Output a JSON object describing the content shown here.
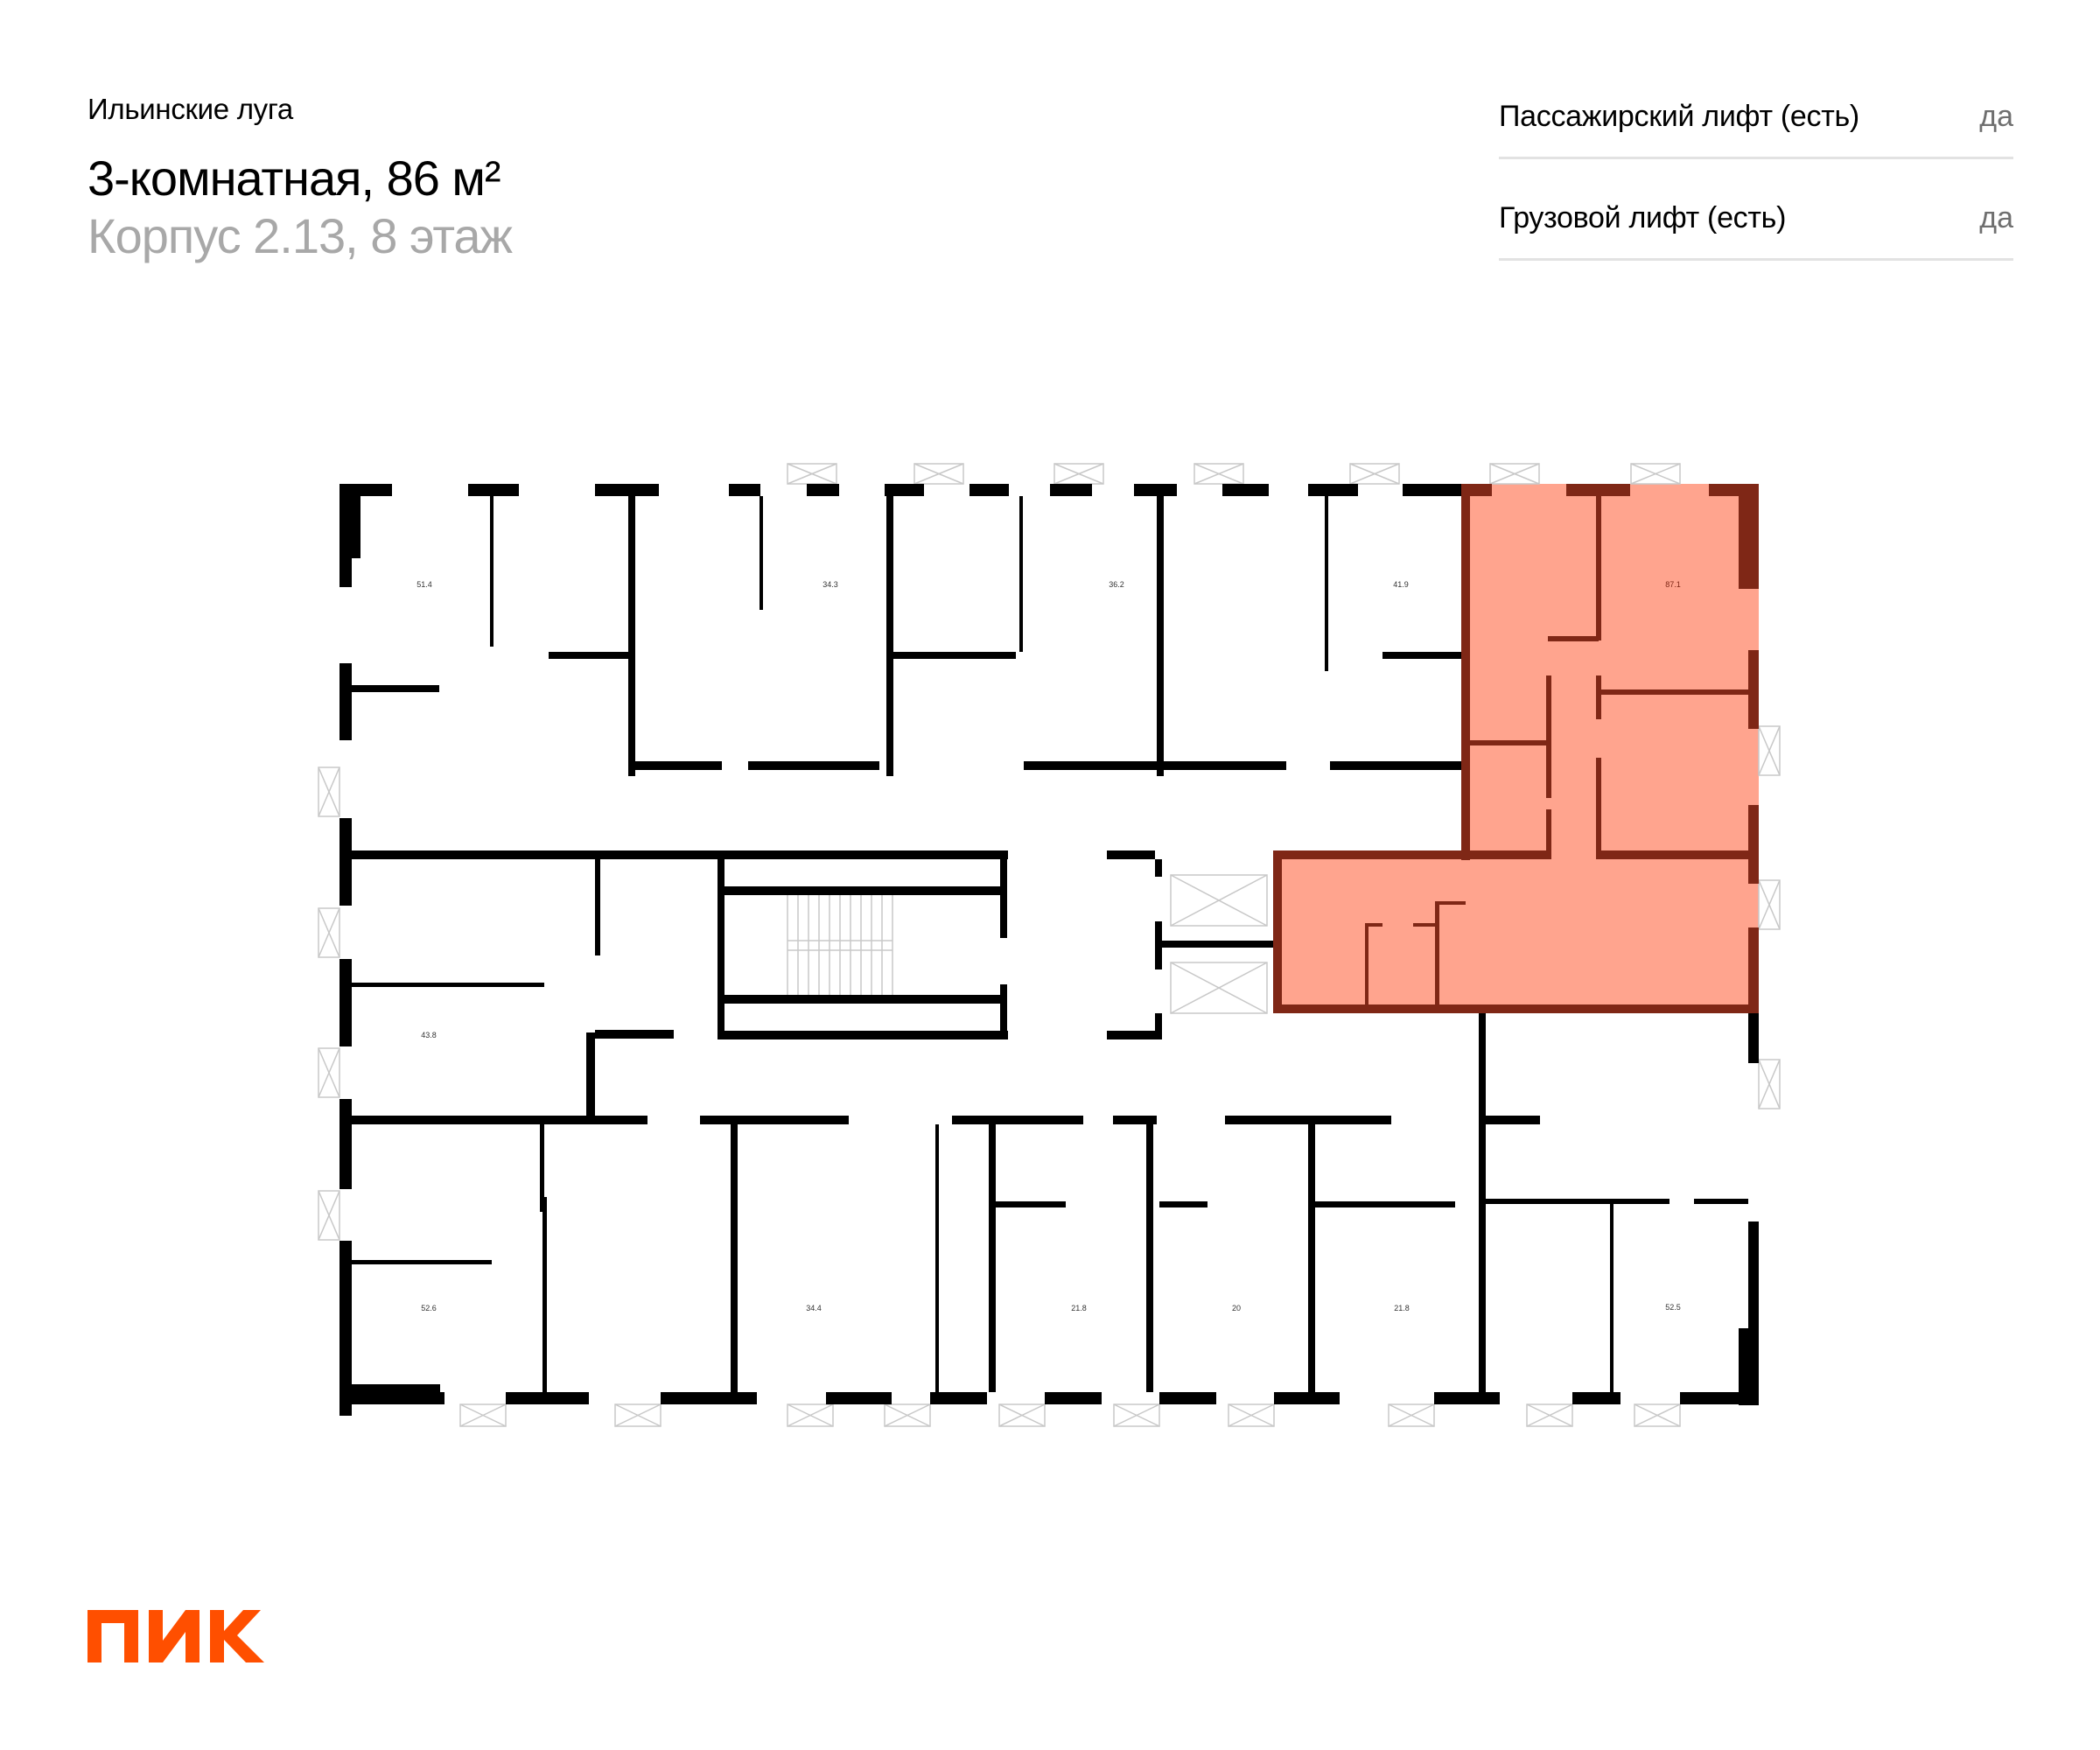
{
  "header": {
    "complex_name": "Ильинские луга",
    "apartment_title": "3-комнатная, 86 м²",
    "building_floor": "Корпус 2.13, 8 этаж"
  },
  "features": [
    {
      "label": "Пассажирский лифт (есть)",
      "value": "да"
    },
    {
      "label": "Грузовой лифт (есть)",
      "value": "да"
    }
  ],
  "floor_plan": {
    "highlight_color": "#FFA48E",
    "highlight_wall_color": "#7F2716",
    "wall_color": "#000000",
    "apartments": [
      {
        "area": "51.4",
        "highlighted": false
      },
      {
        "area": "34.3",
        "highlighted": false
      },
      {
        "area": "36.2",
        "highlighted": false
      },
      {
        "area": "41.9",
        "highlighted": false
      },
      {
        "area": "87.1",
        "highlighted": true
      },
      {
        "area": "43.8",
        "highlighted": false
      },
      {
        "area": "52.6",
        "highlighted": false
      },
      {
        "area": "34.4",
        "highlighted": false
      },
      {
        "area": "21.8",
        "highlighted": false
      },
      {
        "area": "20",
        "highlighted": false
      },
      {
        "area": "21.8",
        "highlighted": false
      },
      {
        "area": "52.5",
        "highlighted": false
      }
    ]
  },
  "logo": {
    "text": "ПИК",
    "color": "#FF4F00"
  }
}
